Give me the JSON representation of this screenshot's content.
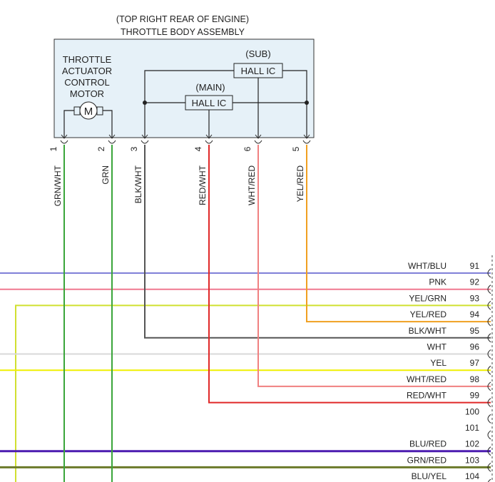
{
  "header": {
    "line1": "(TOP RIGHT REAR OF ENGINE)",
    "line2": "THROTTLE BODY ASSEMBLY"
  },
  "motor": {
    "lines": [
      "THROTTLE",
      "ACTUATOR",
      "CONTROL",
      "MOTOR"
    ],
    "symbol": "M"
  },
  "hall_main": {
    "tag": "(MAIN)",
    "label": "HALL IC"
  },
  "hall_sub": {
    "tag": "(SUB)",
    "label": "HALL IC"
  },
  "colors": {
    "green": "#3aa53a",
    "gray": "#555555",
    "red": "#e02828",
    "pink": "#f08080",
    "orange": "#f0a020",
    "purple": "#8080d8",
    "pinkbright": "#f07890",
    "yellowgreen": "#d0e030",
    "white": "#d8d8d8",
    "yellow": "#f0f000",
    "violet": "#4b1cb0",
    "olive": "#6b7a2a",
    "blu_yel": "#9090e0"
  },
  "connector_pins": [
    {
      "pin": "1",
      "wire": "GRN/WHT",
      "color_key": "green"
    },
    {
      "pin": "2",
      "wire": "GRN",
      "color_key": "green"
    },
    {
      "pin": "3",
      "wire": "BLK/WHT",
      "color_key": "gray"
    },
    {
      "pin": "4",
      "wire": "RED/WHT",
      "color_key": "red"
    },
    {
      "pin": "6",
      "wire": "WHT/RED",
      "color_key": "pink"
    },
    {
      "pin": "5",
      "wire": "YEL/RED",
      "color_key": "orange"
    }
  ],
  "ecm_pins": [
    {
      "pin": "91",
      "wire": "WHT/BLU",
      "color_key": "purple"
    },
    {
      "pin": "92",
      "wire": "PNK",
      "color_key": "pinkbright"
    },
    {
      "pin": "93",
      "wire": "YEL/GRN",
      "color_key": "yellowgreen"
    },
    {
      "pin": "94",
      "wire": "YEL/RED",
      "color_key": "orange"
    },
    {
      "pin": "95",
      "wire": "BLK/WHT",
      "color_key": "gray"
    },
    {
      "pin": "96",
      "wire": "WHT",
      "color_key": "white"
    },
    {
      "pin": "97",
      "wire": "YEL",
      "color_key": "yellow"
    },
    {
      "pin": "98",
      "wire": "WHT/RED",
      "color_key": "pink"
    },
    {
      "pin": "99",
      "wire": "RED/WHT",
      "color_key": "red"
    },
    {
      "pin": "100",
      "wire": "",
      "color_key": ""
    },
    {
      "pin": "101",
      "wire": "",
      "color_key": ""
    },
    {
      "pin": "102",
      "wire": "BLU/RED",
      "color_key": "violet"
    },
    {
      "pin": "103",
      "wire": "GRN/RED",
      "color_key": "olive"
    },
    {
      "pin": "104",
      "wire": "BLU/YEL",
      "color_key": "blu_yel"
    }
  ]
}
